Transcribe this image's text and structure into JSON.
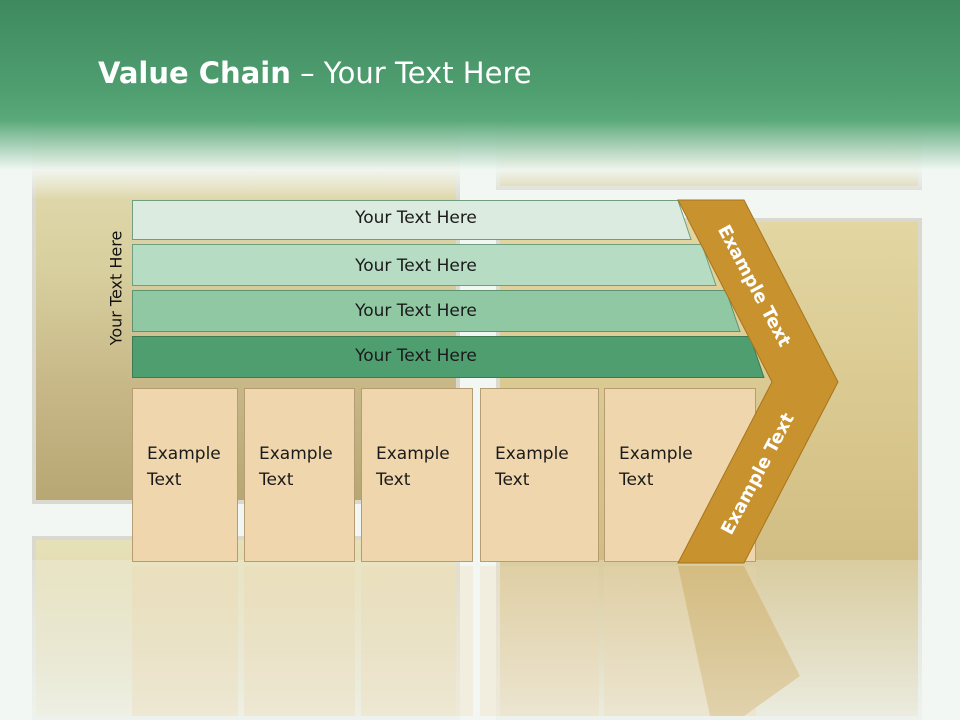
{
  "slide": {
    "title_bold": "Value Chain",
    "title_rest": " – Your Text Here",
    "side_label": "Your Text Here",
    "bars": [
      {
        "label": "Your Text Here",
        "color": "#dcebe0"
      },
      {
        "label": "Your Text Here",
        "color": "#b6dcc3"
      },
      {
        "label": "Your Text Here",
        "color": "#90c8a4"
      },
      {
        "label": "Your Text Here",
        "color": "#4f9e70"
      }
    ],
    "boxes": [
      {
        "line1": "Example",
        "line2": "Text"
      },
      {
        "line1": "Example",
        "line2": "Text"
      },
      {
        "line1": "Example",
        "line2": "Text"
      },
      {
        "line1": "Example",
        "line2": "Text"
      },
      {
        "line1": "Example",
        "line2": "Text"
      }
    ],
    "arrow_top_text": "Example Text",
    "arrow_bottom_text": "Example Text",
    "colors": {
      "header_green": "#4f9e70",
      "arrow_gold": "#c8922e",
      "box_fill": "#efd6ac"
    }
  }
}
